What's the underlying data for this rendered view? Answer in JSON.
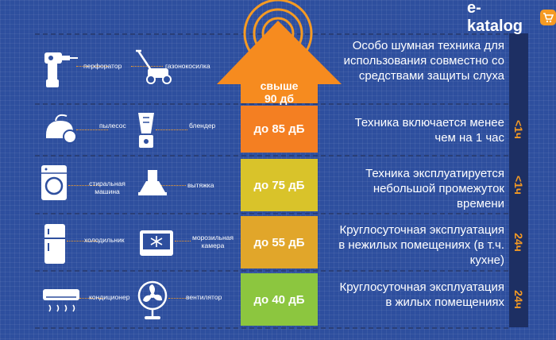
{
  "brand": {
    "name": "e-katalog"
  },
  "colors": {
    "background": "#2e4f9e",
    "accent": "#f59a23",
    "level_top": "#f68b1f",
    "level_85": "#f47f22",
    "level_75": "#d9c32a",
    "level_55": "#e1a62a",
    "level_40": "#8cc63f"
  },
  "rows": [
    {
      "level": "свыше\n90 дб",
      "description": "Особо шумная техника для использования совместно со средствами защиты слуха",
      "time_tag": "",
      "devices": [
        "перфоратор",
        "газонокосилка"
      ],
      "icons": [
        "drill-icon",
        "lawnmower-icon"
      ]
    },
    {
      "level": "до 85 дБ",
      "description": "Техника включается менее чем на 1 час",
      "time_tag": "<1ч",
      "devices": [
        "пылесос",
        "блендер"
      ],
      "icons": [
        "vacuum-icon",
        "blender-icon"
      ]
    },
    {
      "level": "до 75 дБ",
      "description": "Техника эксплуатируется небольшой промежуток времени",
      "time_tag": "<1ч",
      "devices": [
        "стиральная машина",
        "вытяжка"
      ],
      "icons": [
        "washing-machine-icon",
        "range-hood-icon"
      ]
    },
    {
      "level": "до 55 дБ",
      "description": "Круглосуточная эксплуатация в нежилых помещениях (в т.ч. кухне)",
      "time_tag": "24ч",
      "devices": [
        "холодильник",
        "морозильная камера"
      ],
      "icons": [
        "fridge-icon",
        "freezer-icon"
      ]
    },
    {
      "level": "до 40 дБ",
      "description": "Круглосуточная эксплуатация в жилых помещениях",
      "time_tag": "24ч",
      "devices": [
        "кондиционер",
        "вентилятор"
      ],
      "icons": [
        "air-conditioner-icon",
        "fan-icon"
      ]
    }
  ]
}
